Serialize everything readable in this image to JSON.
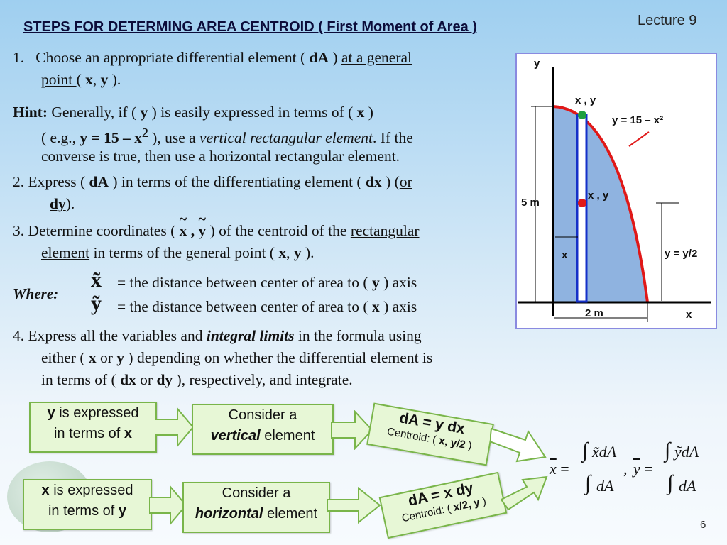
{
  "lecture": "Lecture 9",
  "title": "STEPS FOR DETERMING AREA CENTROID ( First Moment of Area )",
  "step1": {
    "num": "1.",
    "pre": "Choose an appropriate differential element ( ",
    "dA": "dA",
    "mid": " ) ",
    "u1": "at a general",
    "u2": "point ",
    "post1": " ( ",
    "x": "x",
    "comma": ",  ",
    "y": "y",
    "post2": " )."
  },
  "hint": {
    "label": "Hint:",
    "t1": " Generally, if ( ",
    "y": "y",
    "t2": " ) is easily expressed in terms of  ( ",
    "x": "x",
    "t3": "  )",
    "l2a": "( e.g., ",
    "eq": "y = 15 –  x",
    "sup": "2",
    "l2b": "  ), use a ",
    "vert": "vertical rectangular element",
    "l2c": ".  If the",
    "l3": "converse is true, then use a horizontal rectangular element."
  },
  "step2": {
    "t1": "2.  Express ( ",
    "dA": "dA",
    "t2": " ) in terms of the differentiating element ( ",
    "dx": "dx",
    "t3": " ) (",
    "or": "or",
    "dy": "dy",
    "t4": ")."
  },
  "step3": {
    "t1": "3.  Determine coordinates ( ",
    "x": "x",
    "c": " ,  ",
    "y": "y",
    "t2": " ) of the centroid of the ",
    "rect": "rectangular",
    "elem": "element",
    "t3": " in terms of the general point ( ",
    "px": "x",
    "pc": ",  ",
    "py": "y",
    "t4": " )."
  },
  "where": {
    "label": "Where:",
    "l1a": "=  the distance between center of area to ( ",
    "l1b": "y",
    "l1c": " ) axis",
    "l2a": "=  the distance between center of area to ( ",
    "l2b": "x",
    "l2c": " ) axis"
  },
  "step4": {
    "t1": "4.  Express all the variables and ",
    "il": "integral limits",
    "t2": " in the formula using",
    "l2a": "either ( ",
    "x": "x",
    "or": " or ",
    "y": "y",
    "l2b": " ) depending on whether the differential element is",
    "l3a": "in terms of ( ",
    "dx": "dx",
    "or2": " or ",
    "dy": "dy",
    "l3b": " ), respectively, and integrate."
  },
  "diagram": {
    "y": "y",
    "x": "x",
    "xy": "x , y",
    "curve": "y = 15 – x²",
    "height": "5 m",
    "width": "2 m",
    "cx": "x",
    "cy": "y = y/2",
    "centroid": "x , y"
  },
  "flow": {
    "box1": {
      "bold": "y",
      "t1": " is expressed",
      "t2": "in terms of ",
      "bold2": "x"
    },
    "box2": {
      "t1": "Consider a",
      "it": "vertical",
      "t2": " element"
    },
    "res1": {
      "eq": "dA = y dx",
      "cent": "Centroid: ( ",
      "val": "x, y/2",
      "end": " )"
    },
    "box3": {
      "bold": "x",
      "t1": " is expressed",
      "t2": "in terms of ",
      "bold2": "y"
    },
    "box4": {
      "t1": "Consider a",
      "it": "horizontal",
      "t2": " element"
    },
    "res2": {
      "eq": "dA = x dy",
      "cent": "Centroid: ( ",
      "val": "x/2, y",
      "end": " )"
    }
  },
  "formula": {
    "xbar": "x",
    "ybar": "y",
    "num1": "x̃dA",
    "num2": "ỹdA",
    "den": "dA",
    "eq": "=",
    "comma": ","
  },
  "page": "6"
}
